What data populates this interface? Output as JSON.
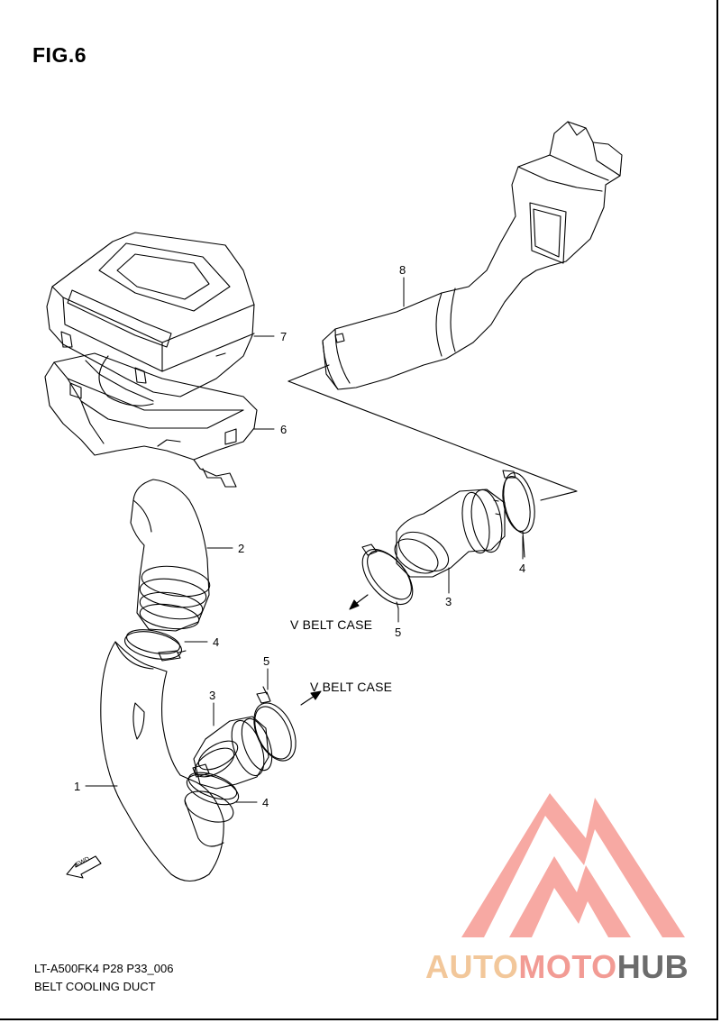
{
  "figure": {
    "title": "FIG.6",
    "footer_code": "LT-A500FK4 P28 P33_006",
    "footer_name": "BELT COOLING DUCT"
  },
  "callouts": {
    "duct_8": "8",
    "cover_7": "7",
    "case_6": "6",
    "clamp_4_top": "4",
    "hose_3_top": "3",
    "clamp_5_top": "5",
    "hose_2": "2",
    "clamp_4_mid": "4",
    "duct_1": "1",
    "hose_3_bottom": "3",
    "clamp_5_bottom": "5",
    "clamp_4_bottom": "4"
  },
  "labels": {
    "v_belt_case_top": "V BELT CASE",
    "v_belt_case_bottom": "V BELT CASE",
    "fwd": "FWD"
  },
  "watermark": {
    "part1": "AUTO",
    "part2": "MOTO",
    "part3": "HUB",
    "logo_color": "#f49a94",
    "text_gray": "#6c6c6c"
  }
}
